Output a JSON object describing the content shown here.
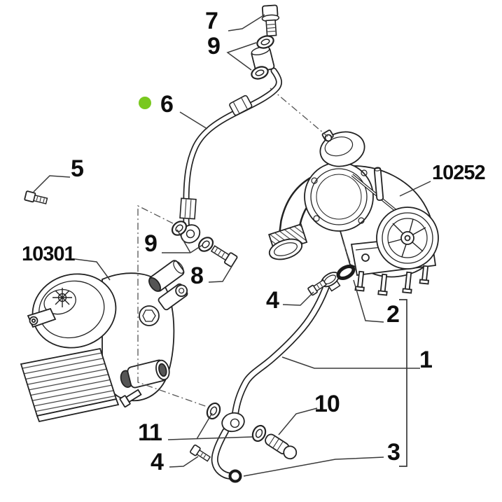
{
  "window": {
    "background": "#ffffff"
  },
  "diagram": {
    "type": "exploded-parts-diagram",
    "line_color": "#1c1c1c",
    "leader_color": "#3a3a3a"
  },
  "indicators": {
    "selected_marker_color": "#79c81e"
  },
  "callouts": {
    "n7": "7",
    "n9_top": "9",
    "n6": "6",
    "n5": "5",
    "part_10301": "10301",
    "part_10252": "10252",
    "n9_bottom": "9",
    "n8": "8",
    "n4_top": "4",
    "n2": "2",
    "n1": "1",
    "n11": "11",
    "n10": "10",
    "n4_bottom": "4",
    "n3": "3"
  }
}
